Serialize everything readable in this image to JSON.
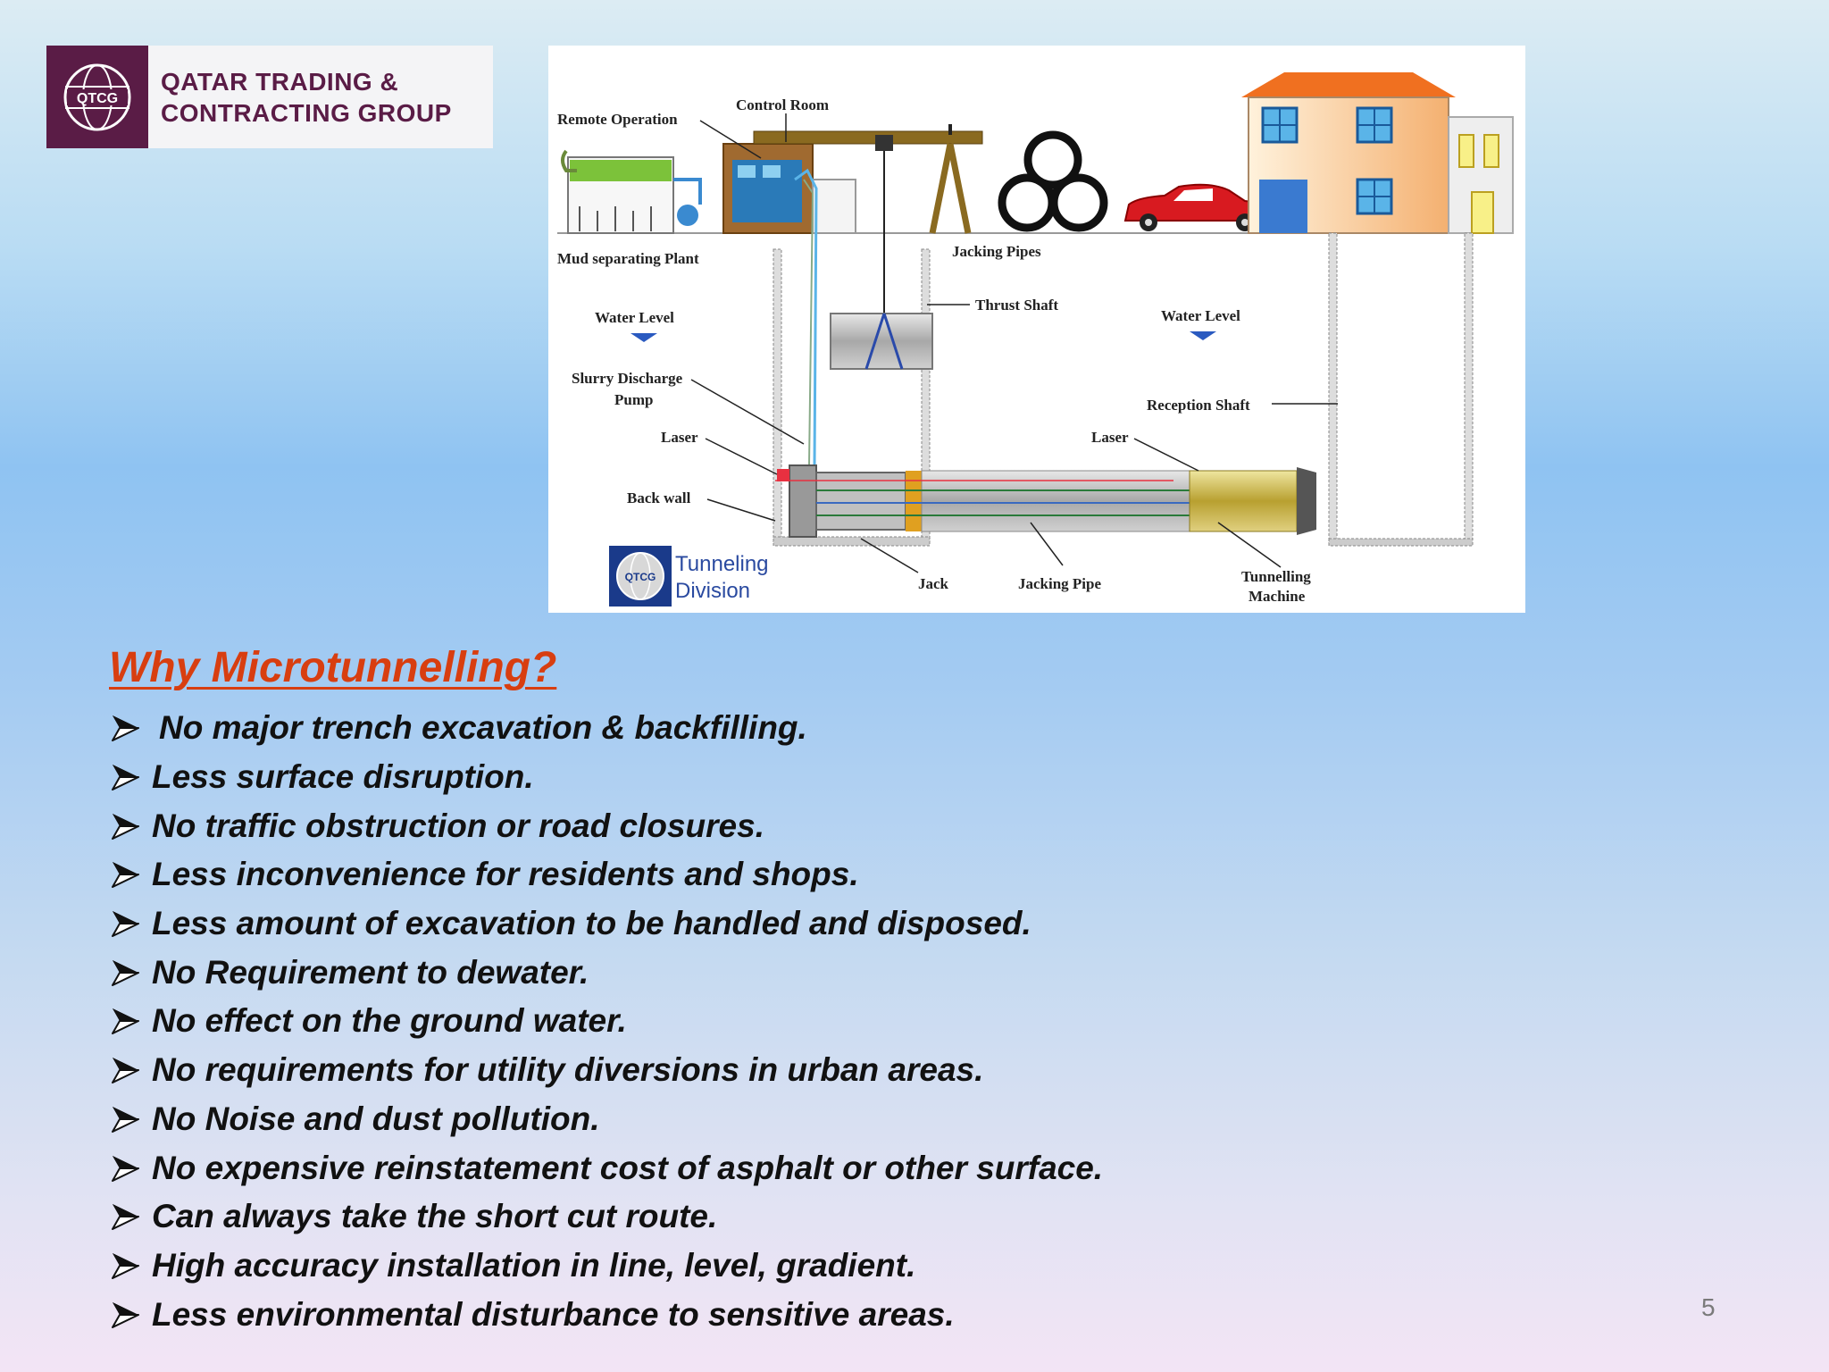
{
  "logo": {
    "mark_text": "QTCG",
    "line1": "QATAR TRADING &",
    "line2": "CONTRACTING GROUP",
    "brand_color": "#5a1c46"
  },
  "diagram": {
    "labels": {
      "remote_operation": "Remote Operation",
      "control_room": "Control Room",
      "mud_plant": "Mud separating Plant",
      "jacking_pipes": "Jacking Pipes",
      "thrust_shaft": "Thrust Shaft",
      "water_level_left": "Water Level",
      "water_level_right": "Water Level",
      "slurry_line1": "Slurry Discharge",
      "slurry_line2": "Pump",
      "laser_left": "Laser",
      "laser_right": "Laser",
      "reception_shaft": "Reception Shaft",
      "back_wall": "Back wall",
      "jack": "Jack",
      "jacking_pipe": "Jacking Pipe",
      "tm_line1": "Tunnelling",
      "tm_line2": "Machine"
    },
    "division_logo": {
      "mark_text": "QTCG",
      "line1": "Tunneling",
      "line2": "Division"
    }
  },
  "content": {
    "heading": "Why Microtunnelling?",
    "bullets": [
      "No major trench excavation & backfilling.",
      "Less surface disruption.",
      "No traffic obstruction or road closures.",
      "Less inconvenience for residents and shops.",
      "Less amount of excavation to be handled and disposed.",
      "No Requirement to dewater.",
      "No effect on the ground water.",
      "No requirements for utility diversions in urban areas.",
      "No Noise and dust pollution.",
      "No expensive reinstatement cost of asphalt or other  surface.",
      "Can always take the short cut route.",
      "High accuracy installation in line, level, gradient.",
      "Less environmental disturbance to sensitive areas."
    ],
    "heading_color": "#d83e10"
  },
  "page_number": "5"
}
